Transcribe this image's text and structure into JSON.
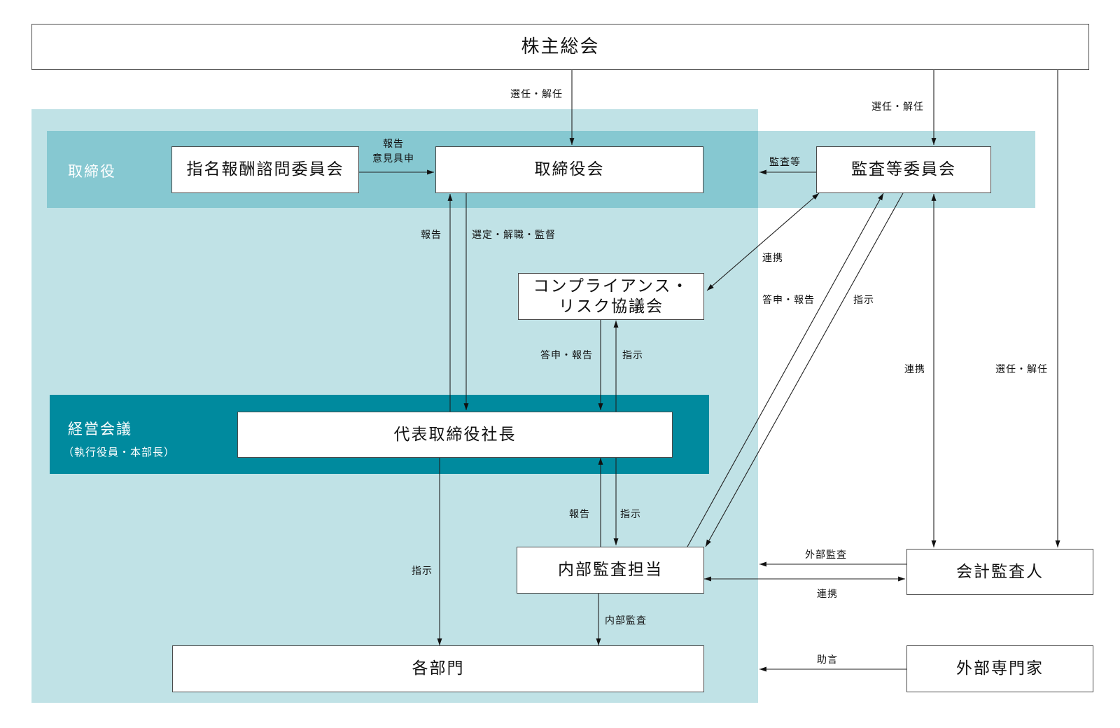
{
  "title": "コーポレート・ガバナンス体制図",
  "colors": {
    "panel_outer": "#c0e2e6",
    "board_band_inner": "#86c8d1",
    "board_band_outer": "#b5dde2",
    "management_band": "#008a9e",
    "box_border": "#4a4a4a",
    "line": "#222222"
  },
  "bands": {
    "board": {
      "label": "取締役"
    },
    "management": {
      "label": "経営会議",
      "sublabel": "（執行役員・本部長）"
    }
  },
  "nodes": {
    "shareholders": "株主総会",
    "nomination_committee": "指名報酬諮問委員会",
    "board_of_directors": "取締役会",
    "audit_committee": "監査等委員会",
    "compliance_council": "コンプライアンス・\nリスク協議会",
    "president": "代表取締役社長",
    "internal_audit": "内部監査担当",
    "accounting_auditor": "会計監査人",
    "departments": "各部門",
    "external_experts": "外部専門家"
  },
  "edges": [
    {
      "id": "gm-to-board",
      "from": "株主総会",
      "to": "取締役会",
      "label": "選任・解任"
    },
    {
      "id": "gm-to-audit",
      "from": "株主総会",
      "to": "監査等委員会",
      "label": "選任・解任"
    },
    {
      "id": "gm-to-accountant",
      "from": "株主総会",
      "to": "会計監査人",
      "label": "選任・解任"
    },
    {
      "id": "nomination-to-board",
      "from": "指名報酬諮問委員会",
      "to": "取締役会",
      "label": "報告\n意見具申"
    },
    {
      "id": "audit-to-board",
      "from": "監査等委員会",
      "to": "取締役会",
      "label": "監査等"
    },
    {
      "id": "president-to-board",
      "from": "代表取締役社長",
      "to": "取締役会",
      "label": "報告"
    },
    {
      "id": "board-to-president",
      "from": "取締役会",
      "to": "代表取締役社長",
      "label": "選定・解職・監督"
    },
    {
      "id": "audit-compliance",
      "from": "監査等委員会",
      "to": "コンプライアンス・リスク協議会",
      "label": "連携",
      "bidirectional": true
    },
    {
      "id": "compliance-to-president",
      "from": "コンプライアンス・リスク協議会",
      "to": "代表取締役社長",
      "label": "答申・報告"
    },
    {
      "id": "president-to-compliance",
      "from": "代表取締役社長",
      "to": "コンプライアンス・リスク協議会",
      "label": "指示"
    },
    {
      "id": "internal-to-audit",
      "from": "内部監査担当",
      "to": "監査等委員会",
      "label": "答申・報告"
    },
    {
      "id": "audit-to-internal",
      "from": "監査等委員会",
      "to": "内部監査担当",
      "label": "指示"
    },
    {
      "id": "audit-accountant",
      "from": "監査等委員会",
      "to": "会計監査人",
      "label": "連携",
      "bidirectional": true
    },
    {
      "id": "internal-to-president",
      "from": "内部監査担当",
      "to": "代表取締役社長",
      "label": "報告"
    },
    {
      "id": "president-to-internal",
      "from": "代表取締役社長",
      "to": "内部監査担当",
      "label": "指示"
    },
    {
      "id": "president-to-depts",
      "from": "代表取締役社長",
      "to": "各部門",
      "label": "指示"
    },
    {
      "id": "internal-to-depts",
      "from": "内部監査担当",
      "to": "各部門",
      "label": "内部監査"
    },
    {
      "id": "accountant-external-audit",
      "from": "会計監査人",
      "to": "社内",
      "label": "外部監査"
    },
    {
      "id": "accountant-internal",
      "from": "会計監査人",
      "to": "内部監査担当",
      "label": "連携",
      "bidirectional": true
    },
    {
      "id": "experts-advice",
      "from": "外部専門家",
      "to": "社内",
      "label": "助言"
    }
  ]
}
